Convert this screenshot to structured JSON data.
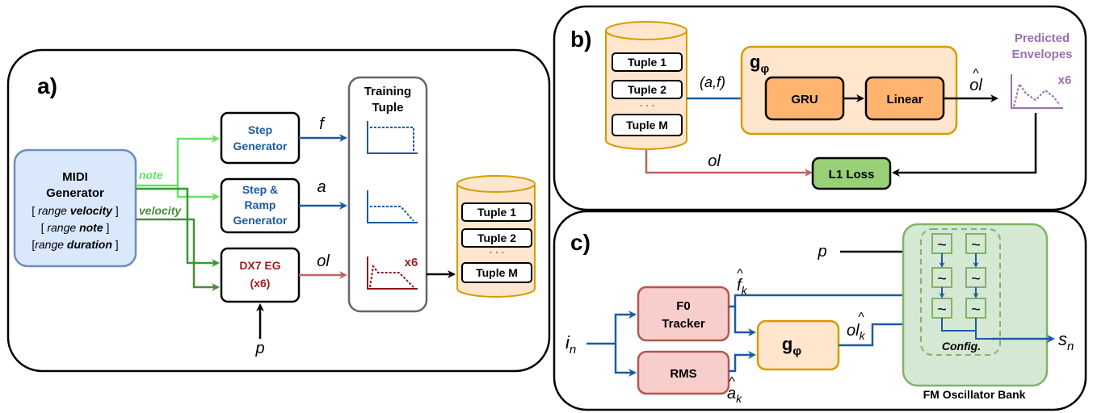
{
  "panels": {
    "a": {
      "label": "a)",
      "midi": {
        "title1": "MIDI",
        "title2": "Generator",
        "line1_open": "[",
        "line1_range": "range",
        "line1_word": "velocity",
        "line1_close": "]",
        "line2_open": "[",
        "line2_range": "range",
        "line2_word": "note",
        "line2_close": "]",
        "line3_open": "[",
        "line3_range": "range",
        "line3_word": "duration",
        "line3_close": "]"
      },
      "note_label": "note",
      "velocity_label": "velocity",
      "step_gen": [
        "Step",
        "Generator"
      ],
      "step_ramp_gen": [
        "Step &",
        "Ramp",
        "Generator"
      ],
      "dx7": [
        "DX7 EG",
        "(x6)"
      ],
      "f_label": "f",
      "a_label": "a",
      "ol_label": "ol",
      "p_label": "p",
      "training_tuple": [
        "Training",
        "Tuple"
      ],
      "x6": "x6",
      "db": {
        "tuples": [
          "Tuple 1",
          "Tuple 2",
          "Tuple M"
        ],
        "dots": "· · ·"
      }
    },
    "b": {
      "label": "b)",
      "db": {
        "tuples": [
          "Tuple 1",
          "Tuple 2",
          "Tuple M"
        ],
        "dots": "· · ·"
      },
      "af_label": "(a,f)",
      "g_label": "g",
      "g_sub": "φ",
      "gru": "GRU",
      "linear": "Linear",
      "ol_hat": "ol",
      "hat": "^",
      "predicted": [
        "Predicted",
        "Envelopes"
      ],
      "x6": "x6",
      "ol_label": "ol",
      "loss": "L1 Loss"
    },
    "c": {
      "label": "c)",
      "p_label": "p",
      "in_label": "i",
      "in_sub": "n",
      "f0": [
        "F0",
        "Tracker"
      ],
      "rms": "RMS",
      "f_hat": "f",
      "f_sub": "k",
      "a_hat": "a",
      "a_sub": "k",
      "ol_hat": "ol",
      "ol_sub": "k",
      "hat": "^",
      "g_label": "g",
      "g_sub": "φ",
      "config": "Config.",
      "fm_bank": "FM Oscillator Bank",
      "out_label": "s",
      "out_sub": "n",
      "osc_glyph": "~"
    }
  },
  "colors": {
    "blue_text": "#1c5aa3",
    "red_text": "#a51c1c",
    "purple": "#9b6fb0",
    "midi_fill": "#dae8fc",
    "midi_stroke": "#6c8ebf",
    "orange_fill": "#ffe6cc",
    "orange_stroke": "#d79b00",
    "box_orange": "#ffb570",
    "green_fill": "#d5e8d4",
    "green_stroke": "#82b366",
    "loss_fill": "#97d077",
    "red_fill": "#f8cecc",
    "red_stroke": "#b85450",
    "light_green_arrow": "#67e067",
    "green_arrow": "#2e9e2e",
    "dark_green_arrow": "#4d8a3c",
    "blue_arrow": "#1c5aa3",
    "red_arrow": "#c0645c"
  }
}
